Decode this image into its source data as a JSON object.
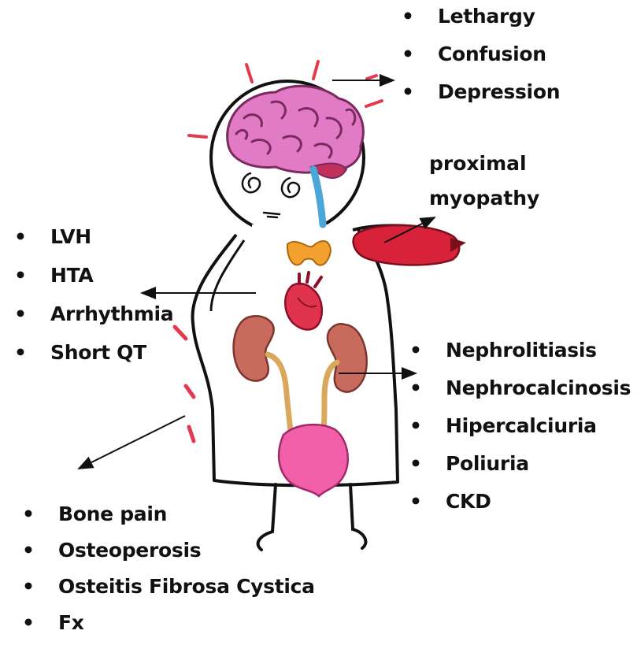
{
  "brain_symptoms": [
    "Lethargy",
    "Confusion",
    "Depression"
  ],
  "muscle_label": [
    "proximal",
    "myopathy"
  ],
  "cardiac_symptoms": [
    "LVH",
    "HTA",
    "Arrhythmia",
    "Short QT"
  ],
  "renal_symptoms": [
    "Nephrolitiasis",
    "Nephrocalcinosis",
    "Hipercalciuria",
    "Poliuria",
    "CKD"
  ],
  "bone_symptoms": [
    "Bone pain",
    "Osteoperosis",
    "Osteitis Fibrosa Cystica",
    "Fx"
  ],
  "colors": {
    "brain": "#e27bc6",
    "brain_fold": "#7a2a5e",
    "cerebellum": "#c0305a",
    "spinal_cord": "#4aa7d8",
    "thyroid": "#f2a12e",
    "heart": "#e0344e",
    "kidney": "#c96a5f",
    "ureter": "#d9a85c",
    "bladder": "#f05fa8",
    "muscle": "#d8223a",
    "pain_marks": "#e23a4f"
  }
}
